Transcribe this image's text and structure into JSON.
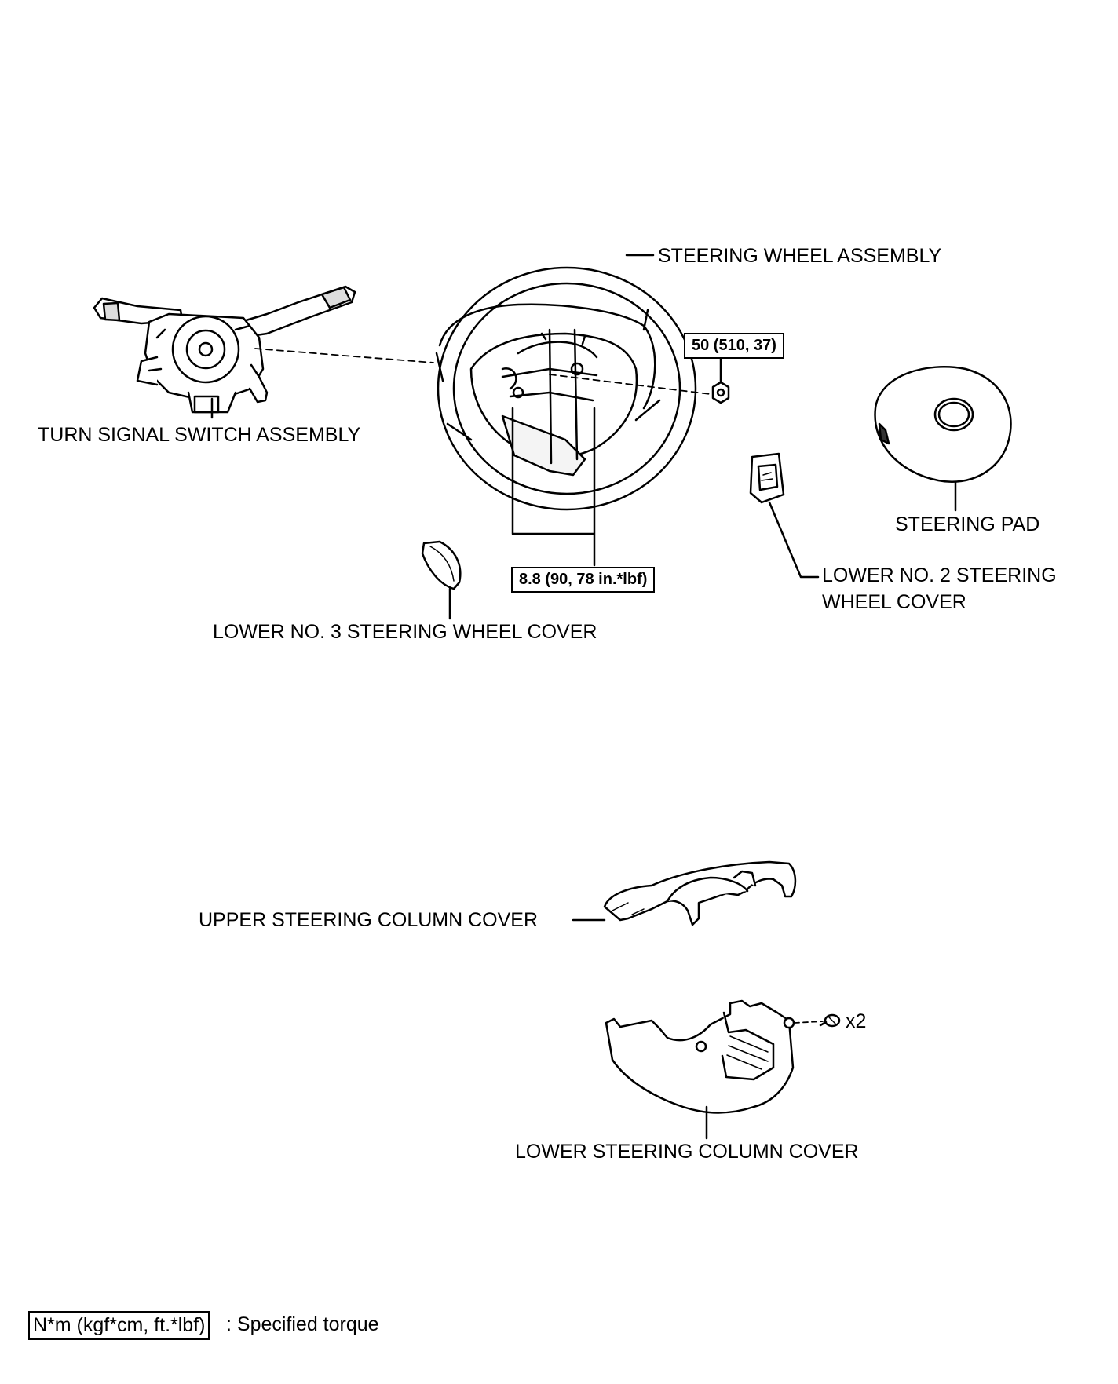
{
  "labels": {
    "steering_wheel_assembly": "STEERING WHEEL ASSEMBLY",
    "turn_signal_switch_assembly": "TURN SIGNAL SWITCH ASSEMBLY",
    "steering_pad": "STEERING PAD",
    "lower_no2_cover_line1": "LOWER NO. 2 STEERING",
    "lower_no2_cover_line2": "WHEEL COVER",
    "lower_no3_cover": "LOWER NO. 3 STEERING WHEEL COVER",
    "upper_column_cover": "UPPER STEERING COLUMN COVER",
    "lower_column_cover": "LOWER STEERING COLUMN COVER",
    "screw_qty": "x2"
  },
  "torques": {
    "nut": "50 (510, 37)",
    "wheel_screws": "8.8 (90, 78 in.*lbf)"
  },
  "legend": {
    "unit": "N*m (kgf*cm, ft.*lbf)",
    "text": ": Specified torque"
  }
}
